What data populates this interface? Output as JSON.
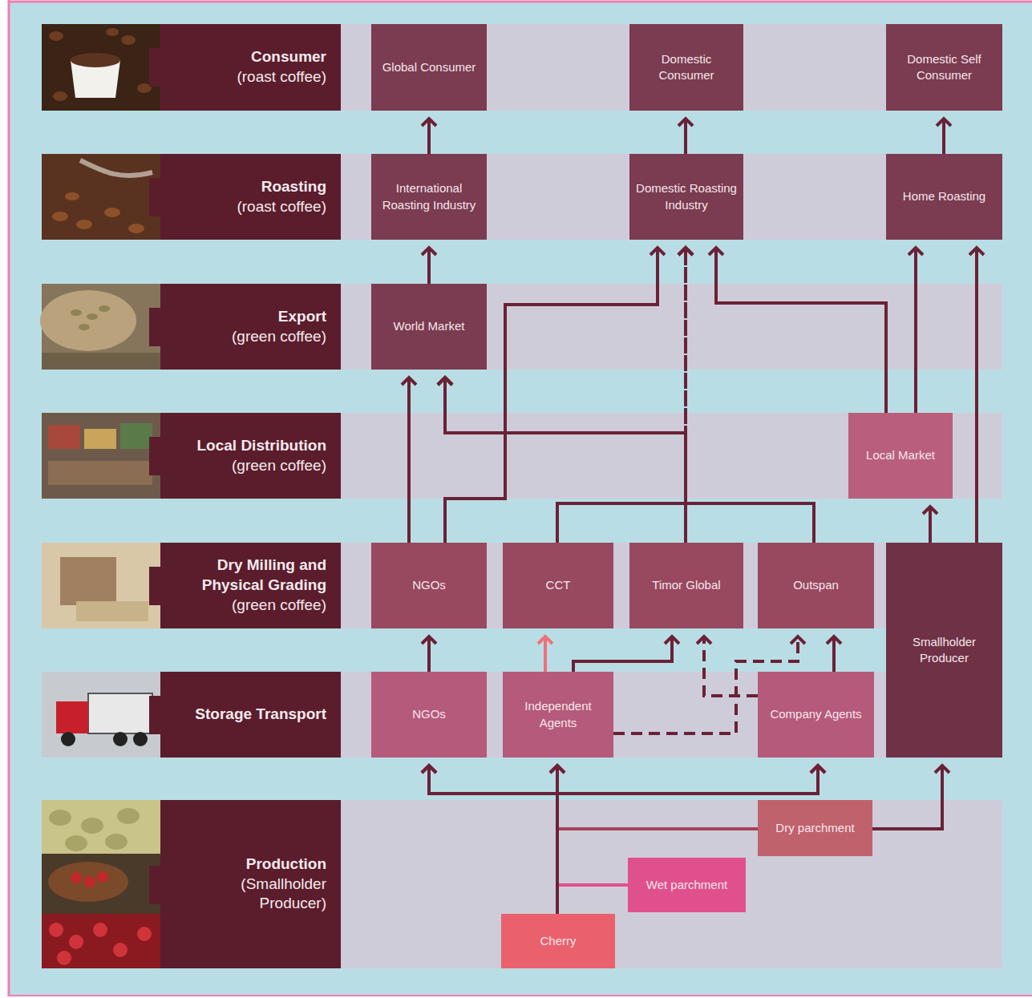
{
  "diagram": {
    "nodes": [
      {
        "text": [
          "Consumer",
          "(roast coffee)"
        ]
      },
      {
        "text": [
          "Global Consumer"
        ]
      },
      {
        "text": [
          "Domestic Consumer"
        ]
      },
      {
        "text": [
          "Domestic Self Consumer"
        ]
      },
      {
        "text": [
          "Roasting",
          "(roast coffee)"
        ]
      },
      {
        "text": [
          "International Roasting Industry"
        ]
      },
      {
        "text": [
          "Domestic Roasting Industry"
        ]
      },
      {
        "text": [
          "Home Roasting"
        ]
      },
      {
        "text": [
          "Export",
          "(green coffee)"
        ]
      },
      {
        "text": [
          "World Market"
        ]
      },
      {
        "text": [
          "Local Distribution",
          "(green coffee)"
        ]
      },
      {
        "text": [
          "Local Market"
        ]
      },
      {
        "text": [
          "Dry Milling and Physical Grading",
          "(green coffee)"
        ]
      },
      {
        "text": [
          "NGOs"
        ]
      },
      {
        "text": [
          "CCT"
        ]
      },
      {
        "text": [
          "Timor Global"
        ]
      },
      {
        "text": [
          "Outspan"
        ]
      },
      {
        "text": [
          "Smallholder Producer"
        ]
      },
      {
        "text": [
          "Storage Transport"
        ]
      },
      {
        "text": [
          "NGOs"
        ]
      },
      {
        "text": [
          "Independent Agents"
        ]
      },
      {
        "text": [
          "Company Agents"
        ]
      },
      {
        "text": [
          "Production",
          "(Smallholder Producer)"
        ]
      },
      {
        "text": [
          "Dry parchment"
        ]
      },
      {
        "text": [
          "Wet parchment"
        ]
      },
      {
        "text": [
          "Cherry"
        ]
      }
    ],
    "edges": [
      {
        "from": 23,
        "to": 19,
        "arrow": "to"
      },
      {
        "from": 23,
        "to": 20,
        "arrow": "to"
      },
      {
        "from": 23,
        "to": 21,
        "arrow": "to"
      },
      {
        "from": 23,
        "to": 17,
        "arrow": "to"
      },
      {
        "from": 24,
        "to": 19,
        "arrow": "to"
      },
      {
        "from": 24,
        "to": 20,
        "arrow": "to"
      },
      {
        "from": 24,
        "to": 21,
        "arrow": "to"
      },
      {
        "from": 25,
        "to": 19,
        "arrow": "to"
      },
      {
        "from": 25,
        "to": 20,
        "arrow": "to"
      },
      {
        "from": 25,
        "to": 21,
        "arrow": "to"
      },
      {
        "from": 19,
        "to": 13,
        "arrow": "to"
      },
      {
        "from": 20,
        "to": 14,
        "arrow": "to"
      },
      {
        "from": 20,
        "to": 15,
        "arrow": "to"
      },
      {
        "from": 20,
        "to": 16,
        "arrow": "to"
      },
      {
        "from": 21,
        "to": 15,
        "arrow": "to"
      },
      {
        "from": 21,
        "to": 16,
        "arrow": "to"
      },
      {
        "from": 13,
        "to": 9,
        "arrow": "to"
      },
      {
        "from": 13,
        "to": 6,
        "arrow": "to"
      },
      {
        "from": 14,
        "to": 9,
        "arrow": "to"
      },
      {
        "from": 15,
        "to": 9,
        "arrow": "to"
      },
      {
        "from": 16,
        "to": 9,
        "arrow": "to"
      },
      {
        "from": 14,
        "to": 6,
        "arrow": "to"
      },
      {
        "from": 15,
        "to": 6,
        "arrow": "to"
      },
      {
        "from": 16,
        "to": 6,
        "arrow": "to"
      },
      {
        "from": 17,
        "to": 11,
        "arrow": "to"
      },
      {
        "from": 17,
        "to": 7,
        "arrow": "to"
      },
      {
        "from": 11,
        "to": 7,
        "arrow": "to"
      },
      {
        "from": 11,
        "to": 6,
        "arrow": "to"
      },
      {
        "from": 9,
        "to": 5,
        "arrow": "to"
      },
      {
        "from": 5,
        "to": 1,
        "arrow": "to"
      },
      {
        "from": 6,
        "to": 2,
        "arrow": "to"
      },
      {
        "from": 7,
        "to": 3,
        "arrow": "to"
      }
    ]
  }
}
